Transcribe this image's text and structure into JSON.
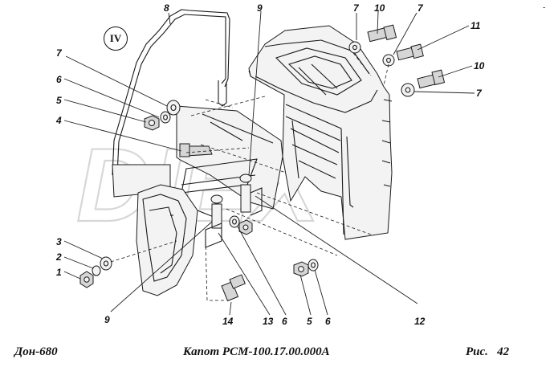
{
  "view_marker": "IV",
  "watermark": "DIEX",
  "caption": {
    "left": "Дон-680",
    "center": "Капот РСМ-100.17.00.000А",
    "right": "Рис.   42"
  },
  "callouts": [
    "8",
    "9",
    "7",
    "10",
    "7",
    "11",
    "10",
    "7",
    "7",
    "6",
    "5",
    "4",
    "3",
    "2",
    "1",
    "9",
    "14",
    "13",
    "6",
    "5",
    "6",
    "12"
  ],
  "corner_mark": "-"
}
